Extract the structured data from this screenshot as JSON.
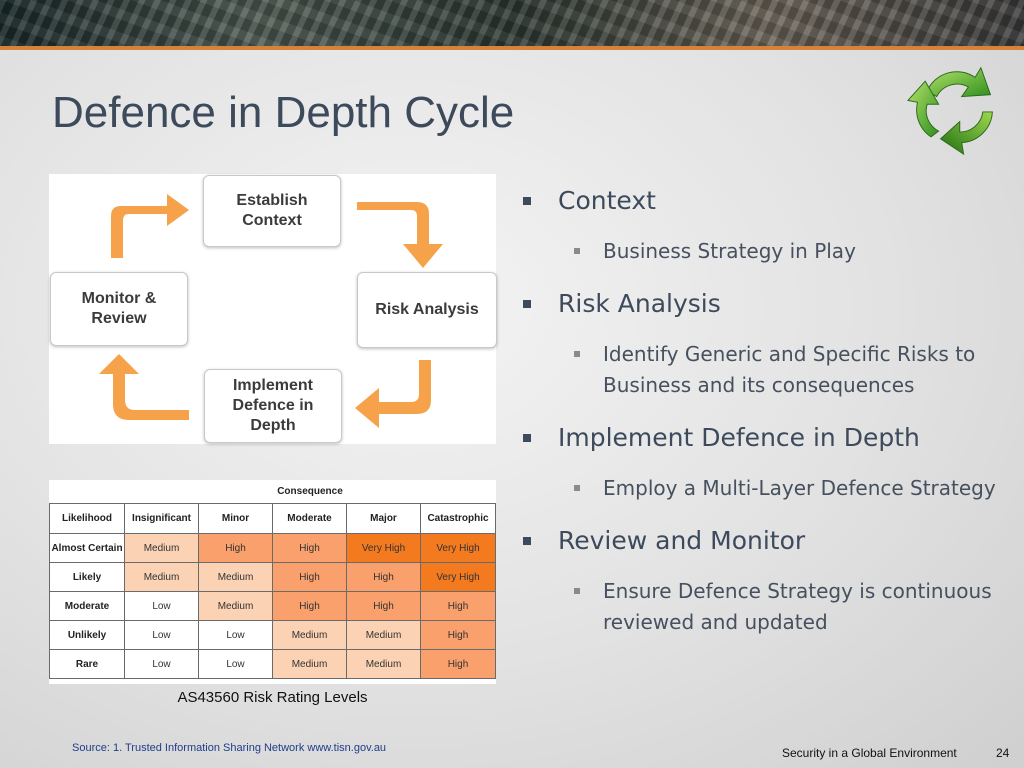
{
  "slide": {
    "title": "Defence in Depth Cycle",
    "footer_title": "Security in a Global Environment",
    "page_number": "24",
    "source": "Source: 1. Trusted Information Sharing Network www.tisn.gov.au"
  },
  "cycle": {
    "arrow_color": "#f6a24a",
    "steps": [
      "Establish Context",
      "Risk Analysis",
      "Implement Defence in Depth",
      "Monitor & Review"
    ]
  },
  "risk_matrix": {
    "consequence_label": "Consequence",
    "likelihood_label": "Likelihood",
    "columns": [
      "Insignificant",
      "Minor",
      "Moderate",
      "Major",
      "Catastrophic"
    ],
    "rows": [
      {
        "likelihood": "Almost Certain",
        "cells": [
          "Medium",
          "High",
          "High",
          "Very High",
          "Very High"
        ]
      },
      {
        "likelihood": "Likely",
        "cells": [
          "Medium",
          "Medium",
          "High",
          "High",
          "Very High"
        ]
      },
      {
        "likelihood": "Moderate",
        "cells": [
          "Low",
          "Medium",
          "High",
          "High",
          "High"
        ]
      },
      {
        "likelihood": "Unlikely",
        "cells": [
          "Low",
          "Low",
          "Medium",
          "Medium",
          "High"
        ]
      },
      {
        "likelihood": "Rare",
        "cells": [
          "Low",
          "Low",
          "Medium",
          "Medium",
          "High"
        ]
      }
    ],
    "level_colors": {
      "Low": "#ffffff",
      "Medium": "#fbd2b4",
      "High": "#f9a06c",
      "Very High": "#f47a1f"
    },
    "caption": "AS43560 Risk Rating Levels"
  },
  "bullets": [
    {
      "text": "Context",
      "sub": [
        "Business Strategy in Play"
      ]
    },
    {
      "text": "Risk Analysis",
      "sub": [
        "Identify Generic and Specific Risks to Business and its consequences"
      ]
    },
    {
      "text": "Implement Defence in Depth",
      "sub": [
        "Employ a Multi-Layer Defence Strategy"
      ]
    },
    {
      "text": "Review and Monitor",
      "sub": [
        "Ensure Defence Strategy is continuous reviewed and updated"
      ]
    }
  ]
}
